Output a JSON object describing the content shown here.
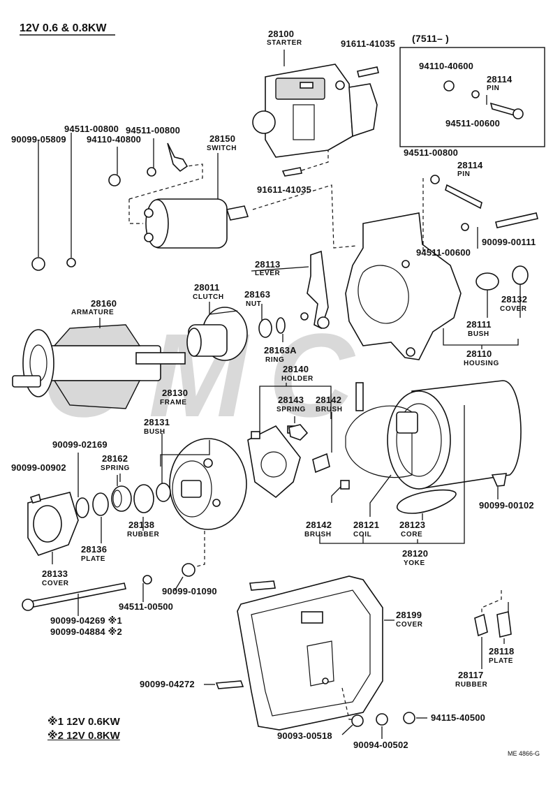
{
  "header": {
    "title": "12V 0.6 & 0.8KW",
    "range_note": "(7511–          )"
  },
  "watermark": {
    "text": "CMC"
  },
  "notes": {
    "n1": "※1 12V 0.6KW",
    "n2": "※2 12V 0.8KW"
  },
  "footer": {
    "code": "ME 4866-G"
  },
  "labels": {
    "p28100": "28100",
    "p28100_name": "STARTER",
    "b91611a": "91611-41035",
    "b94110a": "94110-40600",
    "p28114a": "28114",
    "p28114a_name": "PIN",
    "w94511a": "94511-00600",
    "w94511b": "94511-00800",
    "b90099a": "90099-05809",
    "n94110b": "94110-40800",
    "w94511c": "94511-00800",
    "p28150": "28150",
    "p28150_name": "SWITCH",
    "w94511d": "94511-00800",
    "p28114b": "28114",
    "p28114b_name": "PIN",
    "b91611b": "91611-41035",
    "b90099b": "90099-00111",
    "w94511e": "94511-00600",
    "p28113": "28113",
    "p28113_name": "LEVER",
    "p28160": "28160",
    "p28160_name": "ARMATURE",
    "p28011": "28011",
    "p28011_name": "CLUTCH",
    "p28163": "28163",
    "p28163_name": "NUT",
    "p28163A": "28163A",
    "p28163A_name": "RING",
    "p28132": "28132",
    "p28132_name": "COVER",
    "p28111": "28111",
    "p28111_name": "BUSH",
    "p28110": "28110",
    "p28110_name": "HOUSING",
    "p28140": "28140",
    "p28140_name": "HOLDER",
    "p28130": "28130",
    "p28130_name": "FRAME",
    "p28143": "28143",
    "p28143_name": "SPRING",
    "p28142a": "28142",
    "p28142a_name": "BRUSH",
    "p28131": "28131",
    "p28131_name": "BUSH",
    "b90099c": "90099-02169",
    "b90099d": "90099-00902",
    "p28162": "28162",
    "p28162_name": "SPRING",
    "p28138": "28138",
    "p28138_name": "RUBBER",
    "p28136": "28136",
    "p28136_name": "PLATE",
    "p28133": "28133",
    "p28133_name": "COVER",
    "p28142b": "28142",
    "p28142b_name": "BRUSH",
    "p28121": "28121",
    "p28121_name": "COIL",
    "p28123": "28123",
    "p28123_name": "CORE",
    "p28120": "28120",
    "p28120_name": "YOKE",
    "b90099e": "90099-00102",
    "b90099f": "90099-01090",
    "w94511f": "94511-00500",
    "b90099g": "90099-04269 ※1",
    "b90099h": "90099-04884 ※2",
    "p28199": "28199",
    "p28199_name": "COVER",
    "p28118": "28118",
    "p28118_name": "PLATE",
    "p28117": "28117",
    "p28117_name": "RUBBER",
    "b90099i": "90099-04272",
    "n94115": "94115-40500",
    "n90093": "90093-00518",
    "n90094": "90094-00502"
  }
}
